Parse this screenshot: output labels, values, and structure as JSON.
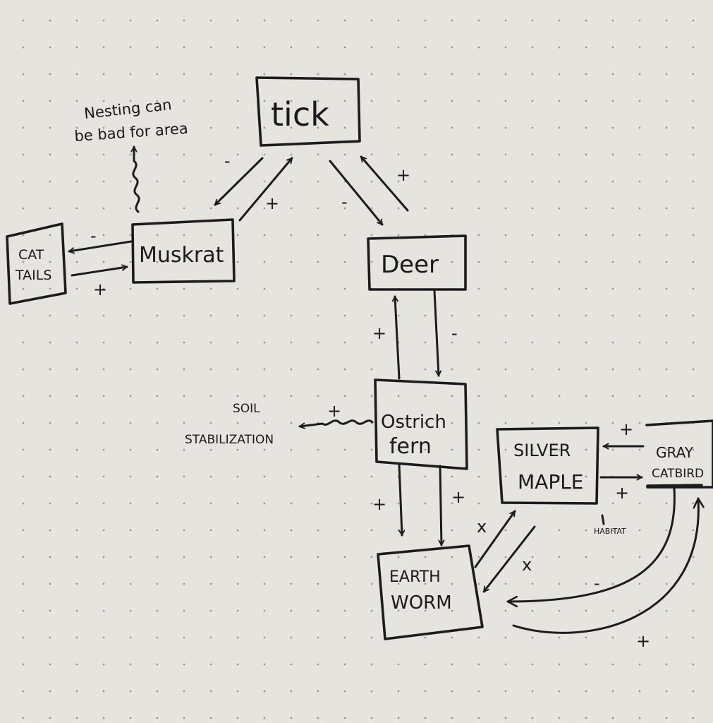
{
  "nodes": {
    "tick": {
      "label": "tick"
    },
    "muskrat": {
      "label": "Muskrat"
    },
    "cattails": {
      "label_line1": "CAT",
      "label_line2": "TAILS"
    },
    "deer": {
      "label": "Deer"
    },
    "ostrich_fern": {
      "label_line1": "Ostrich",
      "label_line2": "fern"
    },
    "earthworm": {
      "label_line1": "EARTH",
      "label_line2": "WORM"
    },
    "silver_maple": {
      "label_line1": "SILVER",
      "label_line2": "MAPLE"
    },
    "gray_catbird": {
      "label_line1": "GRAY",
      "label_line2": "CATBIRD"
    }
  },
  "annotations": {
    "nesting_line1": "Nesting can",
    "nesting_line2": "be bad for area",
    "soil_line1": "SOIL",
    "soil_line2": "STABILIZATION",
    "habitat": "HABITAT"
  },
  "edges": [
    {
      "from": "tick",
      "to": "muskrat",
      "sign": "-"
    },
    {
      "from": "muskrat",
      "to": "tick",
      "sign": "+"
    },
    {
      "from": "tick",
      "to": "deer",
      "sign": "-"
    },
    {
      "from": "deer",
      "to": "tick",
      "sign": "+"
    },
    {
      "from": "muskrat",
      "to": "cattails",
      "sign": "-"
    },
    {
      "from": "cattails",
      "to": "muskrat",
      "sign": "+"
    },
    {
      "from": "ostrich_fern",
      "to": "deer",
      "sign": "+"
    },
    {
      "from": "deer",
      "to": "ostrich_fern",
      "sign": "-"
    },
    {
      "from": "ostrich_fern",
      "to": "soil_stabilization",
      "sign": "+"
    },
    {
      "from": "ostrich_fern",
      "to": "earthworm",
      "sign": "+"
    },
    {
      "from": "ostrich_fern",
      "to": "earthworm",
      "sign": "+"
    },
    {
      "from": "earthworm",
      "to": "silver_maple",
      "sign": "x"
    },
    {
      "from": "silver_maple",
      "to": "earthworm",
      "sign": "x"
    },
    {
      "from": "gray_catbird",
      "to": "silver_maple",
      "sign": "+"
    },
    {
      "from": "silver_maple",
      "to": "gray_catbird",
      "sign": "+"
    },
    {
      "from": "gray_catbird",
      "to": "earthworm",
      "sign": "-"
    },
    {
      "from": "earthworm",
      "to": "gray_catbird",
      "sign": "+"
    }
  ],
  "signs": {
    "plus": "+",
    "minus": "-",
    "cross": "x"
  }
}
